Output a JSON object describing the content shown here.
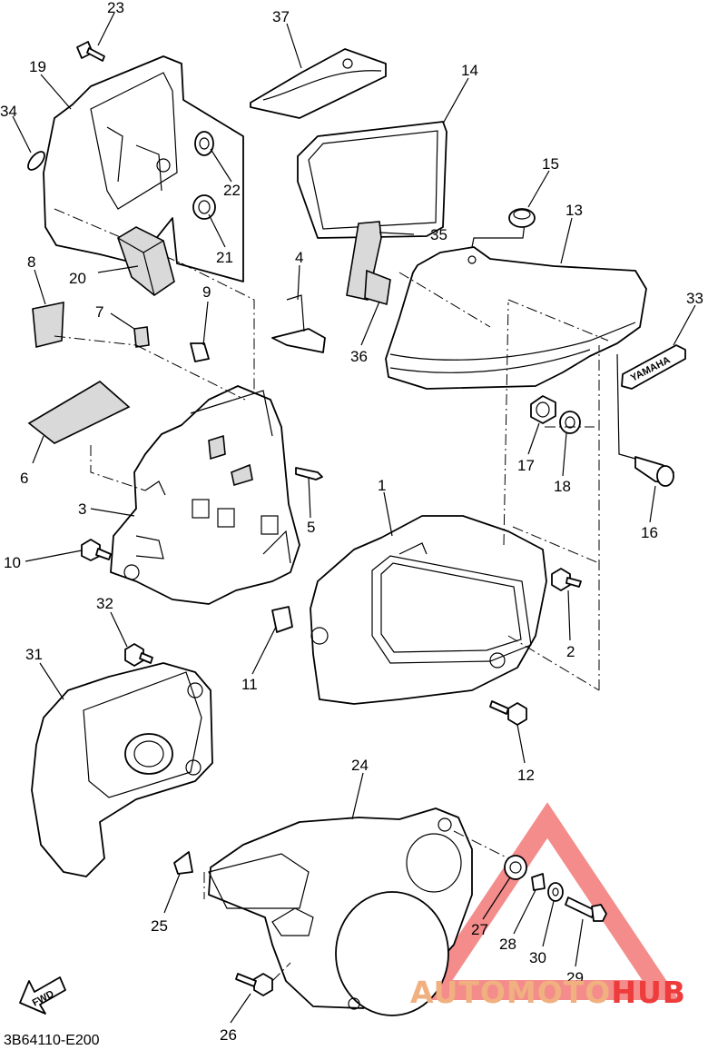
{
  "diagram_code": "3B64110-E200",
  "fwd_label": "FWD",
  "badge_text": "YAMAHA",
  "watermark": {
    "part1": "AUTOMOTO",
    "part2": "HUB",
    "color1": "#f0b080",
    "color2": "#ee3b3b"
  },
  "callouts": {
    "c1": "1",
    "c2": "2",
    "c3": "3",
    "c4": "4",
    "c5": "5",
    "c6": "6",
    "c7": "7",
    "c8": "8",
    "c9": "9",
    "c10": "10",
    "c11": "11",
    "c12": "12",
    "c13": "13",
    "c14": "14",
    "c15": "15",
    "c16": "16",
    "c17": "17",
    "c18": "18",
    "c19": "19",
    "c20": "20",
    "c21": "21",
    "c22": "22",
    "c23": "23",
    "c24": "24",
    "c25": "25",
    "c26": "26",
    "c27": "27",
    "c28": "28",
    "c29": "29",
    "c30": "30",
    "c31": "31",
    "c32": "32",
    "c33": "33",
    "c34": "34",
    "c35": "35",
    "c36": "36",
    "c37": "37"
  }
}
